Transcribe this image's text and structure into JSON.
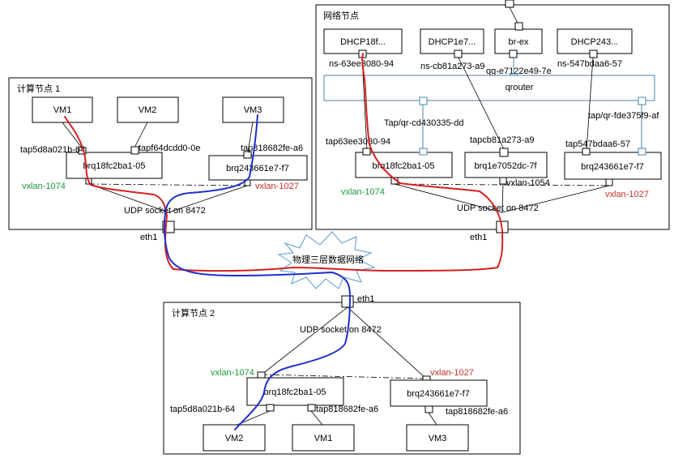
{
  "regions": {
    "compute1": "计算节点 1",
    "network": "网络节点",
    "compute2": "计算节点 2"
  },
  "compute1": {
    "vms": [
      "VM1",
      "VM2",
      "VM3"
    ],
    "taps": [
      "tap5d8a021b-64",
      "tapf64dcdd0-0e",
      "tap818682fe-a6"
    ],
    "bridges": [
      "brq18fc2ba1-05",
      "brq243661e7-f7"
    ],
    "vxlan": [
      "vxlan-1074",
      "vxlan-1027"
    ],
    "udp": "UDP socket on 8472",
    "eth": "eth1"
  },
  "network": {
    "dhcp": [
      "DHCP18f...",
      "DHCP1e7...",
      "DHCP243..."
    ],
    "brex": "br-ex",
    "ns": [
      "ns-63ee3080-94",
      "ns-cb81a273-a9",
      "ns-547bdaa6-57"
    ],
    "qg": "qg-e7122e49-7e",
    "qrouter": "qrouter",
    "qr": [
      "Tap/qr-cd430335-dd",
      "tap/qr-fde375f9-af"
    ],
    "taps": [
      "tap63ee3080-94",
      "tapcb81a273-a9",
      "tap547bdaa6-57"
    ],
    "bridges": [
      "brq18fc2ba1-05",
      "brq1e7052dc-7f",
      "brq243661e7-f7"
    ],
    "vxlan": [
      "vxlan-1074",
      "vxlan-1054",
      "vxlan-1027"
    ],
    "udp": "UDP socket on 8472",
    "eth": "eth1"
  },
  "physical": "物理三层数据网络",
  "compute2": {
    "eth": "eth1",
    "udp": "UDP socket on 8472",
    "vxlan": [
      "vxlan-1074",
      "vxlan-1027"
    ],
    "bridges": [
      "brq18fc2ba1-05",
      "brq243661e7-f7"
    ],
    "taps": [
      "tap5d8a021b-64",
      "tap818682fe-a6",
      "tap818682fe-a6"
    ],
    "vms": [
      "VM2",
      "VM1",
      "VM3"
    ]
  },
  "colors": {
    "vxlan1074": "#1a9a3a",
    "vxlan1027": "#c8302a",
    "red_path": "#d42020",
    "blue_path": "#2030c8"
  }
}
